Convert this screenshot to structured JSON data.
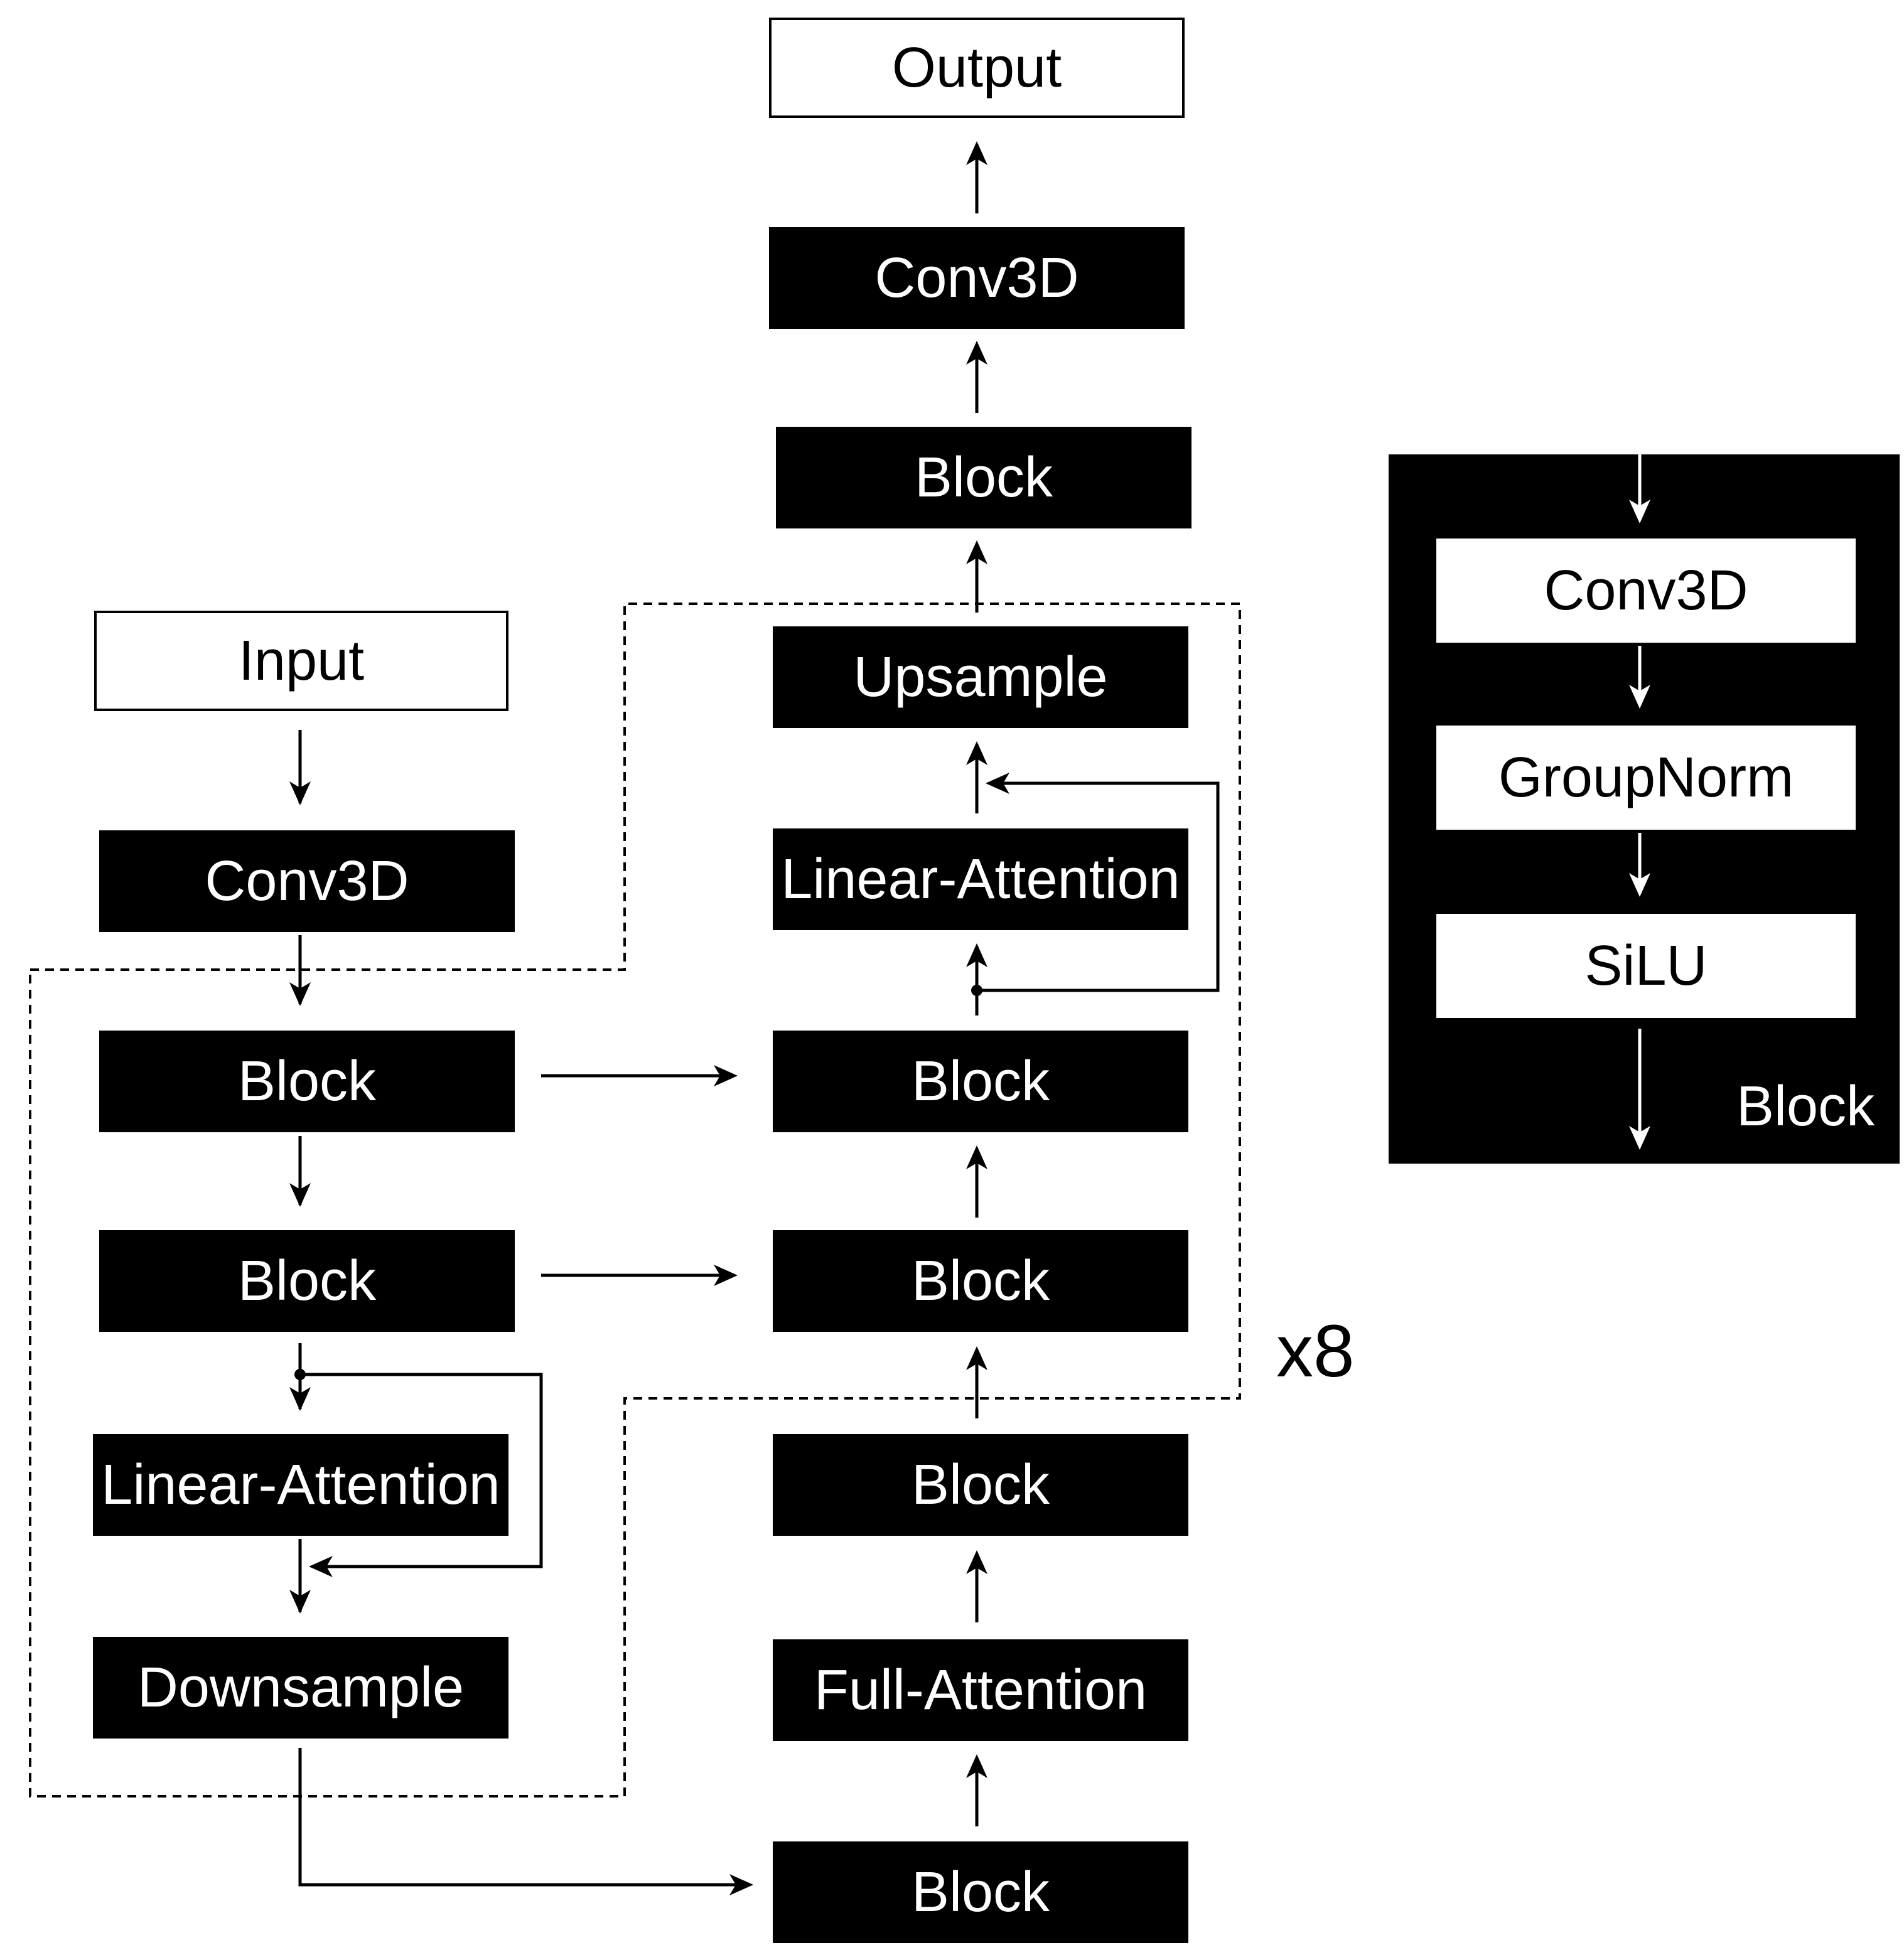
{
  "encoder": {
    "input": "Input",
    "conv": "Conv3D",
    "block1": "Block",
    "block2": "Block",
    "attention": "Linear-Attention",
    "downsample": "Downsample"
  },
  "decoder": {
    "output": "Output",
    "conv": "Conv3D",
    "block_top": "Block",
    "upsample": "Upsample",
    "attention": "Linear-Attention",
    "block_a": "Block",
    "block_b": "Block",
    "block_c": "Block",
    "full_attention": "Full-Attention",
    "block_bottom": "Block"
  },
  "repeat_label": "x8",
  "legend": {
    "conv": "Conv3D",
    "norm": "GroupNorm",
    "act": "SiLU",
    "title": "Block"
  },
  "colors": {
    "fill": "#000000",
    "background": "#ffffff"
  }
}
